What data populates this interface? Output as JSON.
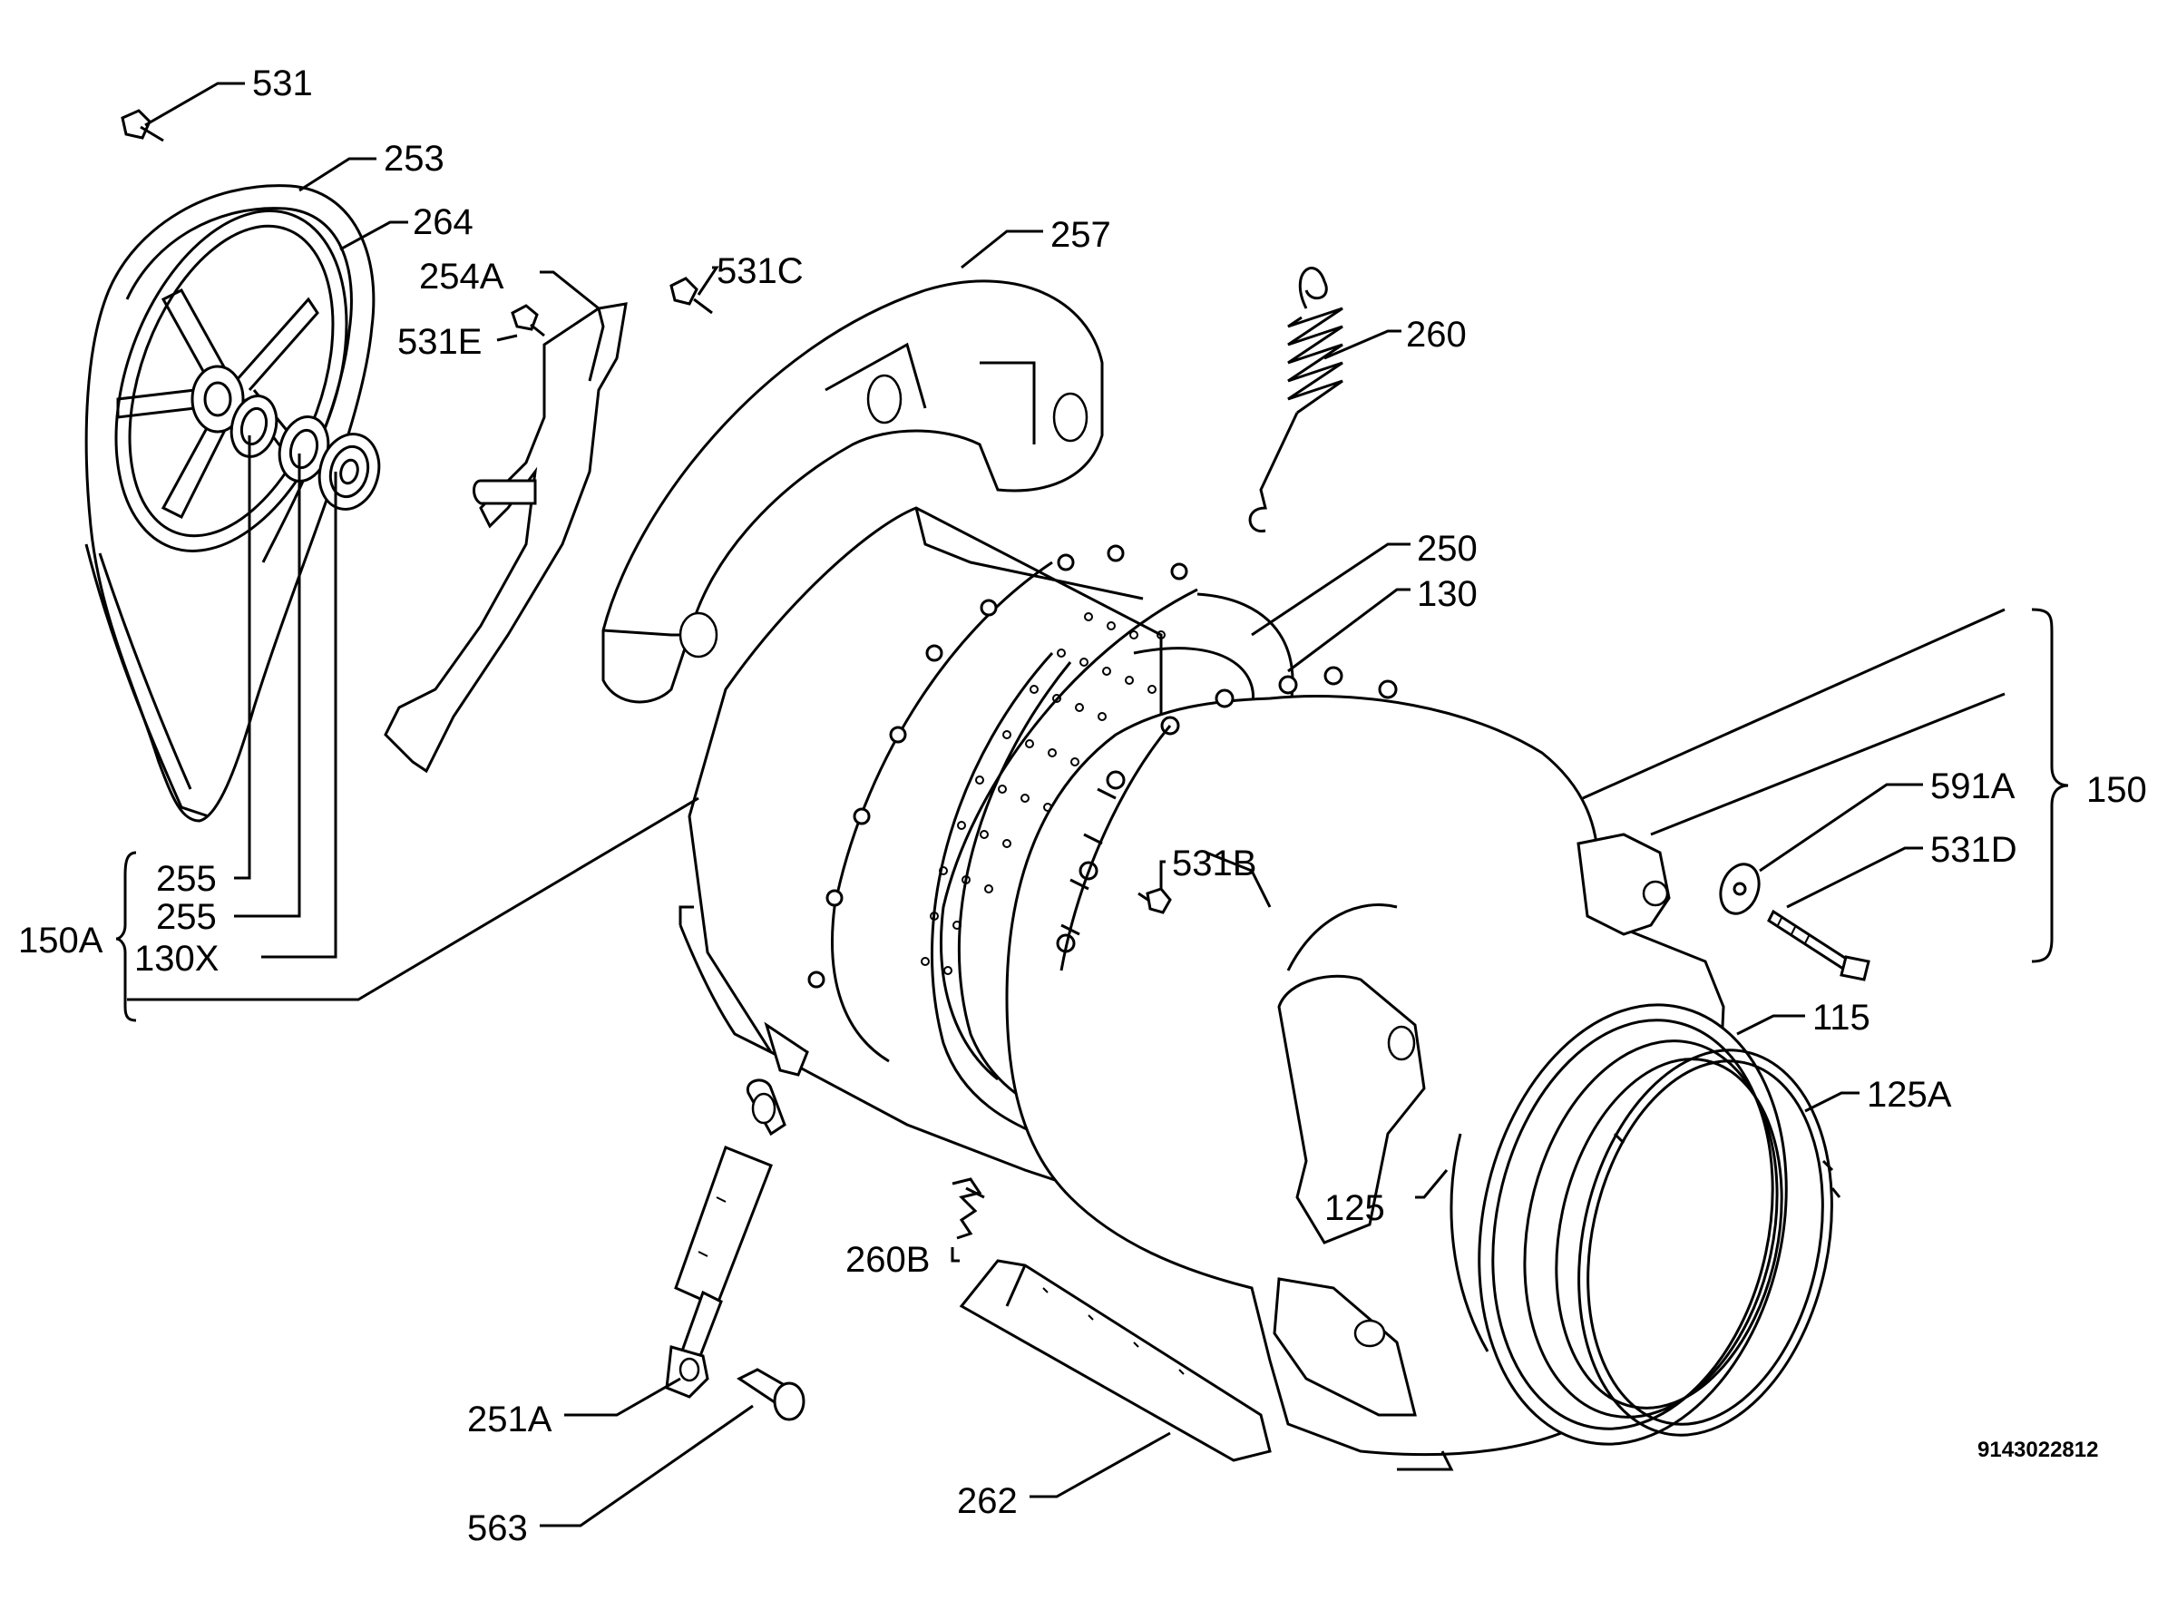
{
  "diagram_id": "9143022812",
  "labels": {
    "l531": "531",
    "l253": "253",
    "l264": "264",
    "l254A": "254A",
    "l531E": "531E",
    "l531C": "531C",
    "l257": "257",
    "l260": "260",
    "l250": "250",
    "l130": "130",
    "l150": "150",
    "l591A": "591A",
    "l531D": "531D",
    "l531B": "531B",
    "l115": "115",
    "l125A": "125A",
    "l125": "125",
    "l255a": "255",
    "l255b": "255",
    "l150A": "150A",
    "l130X": "130X",
    "l260B": "260B",
    "l251A": "251A",
    "l563": "563",
    "l262": "262"
  }
}
